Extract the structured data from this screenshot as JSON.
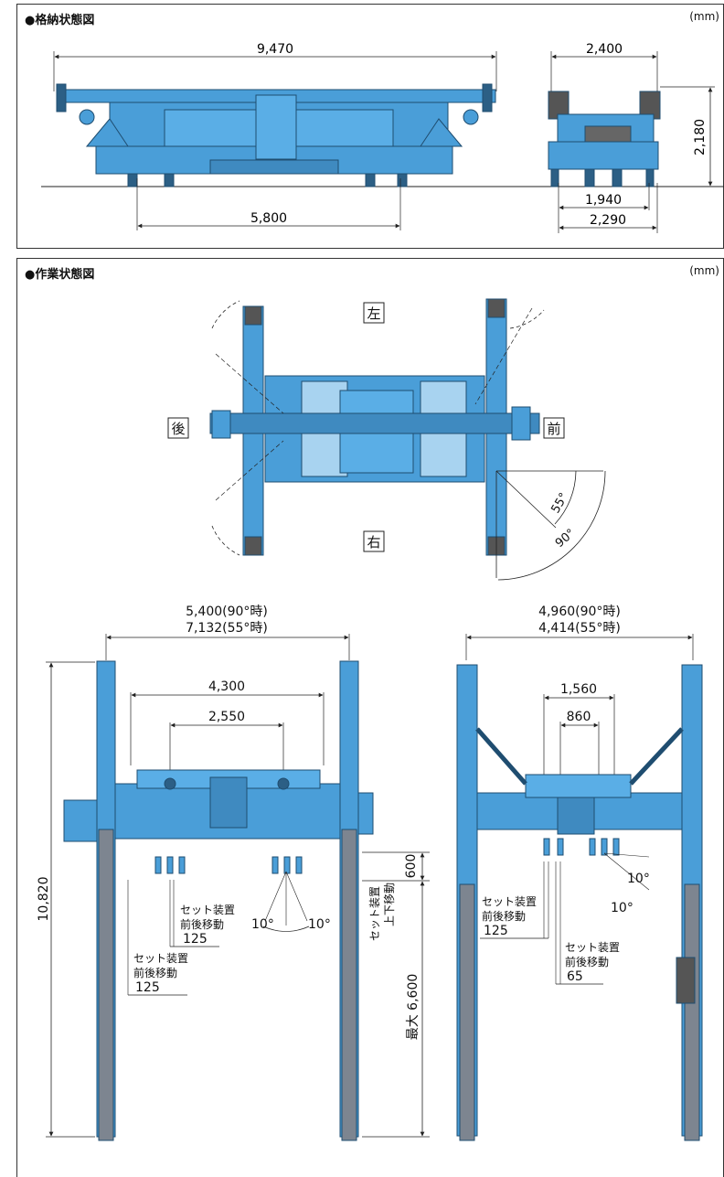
{
  "stowed": {
    "title": "●格納状態図",
    "unit": "(mm)",
    "side_length": "9,470",
    "side_wheelbase": "5,800",
    "end_width": "2,400",
    "end_height": "2,180",
    "end_inner_width": "1,940",
    "end_track_width": "2,290"
  },
  "working": {
    "title": "●作業状態図",
    "unit": "(mm)",
    "dir_left": "左",
    "dir_right": "右",
    "dir_rear": "後",
    "dir_front": "前",
    "angle_55": "55°",
    "angle_90": "90°",
    "side_width_90": "5,400(90°時)",
    "side_width_55": "7,132(55°時)",
    "side_inner_1": "4,300",
    "side_inner_2": "2,550",
    "side_height": "10,820",
    "side_vertical_move": "600",
    "side_max_height": "最大 6,600",
    "vertical_move_label_1": "セット装置",
    "vertical_move_label_2": "上下移動",
    "fwd_move_label_1": "セット装置",
    "fwd_move_label_2": "前後移動",
    "fwd_move_value_125": "125",
    "fwd_move_value_65": "65",
    "angle_10": "10°",
    "end_width_90": "4,960(90°時)",
    "end_width_55": "4,414(55°時)",
    "end_inner_1": "1,560",
    "end_inner_2": "860"
  },
  "colors": {
    "machine_blue": "#4a9ed8",
    "machine_dark": "#2c5f85",
    "leg_gray": "#7d8590"
  }
}
